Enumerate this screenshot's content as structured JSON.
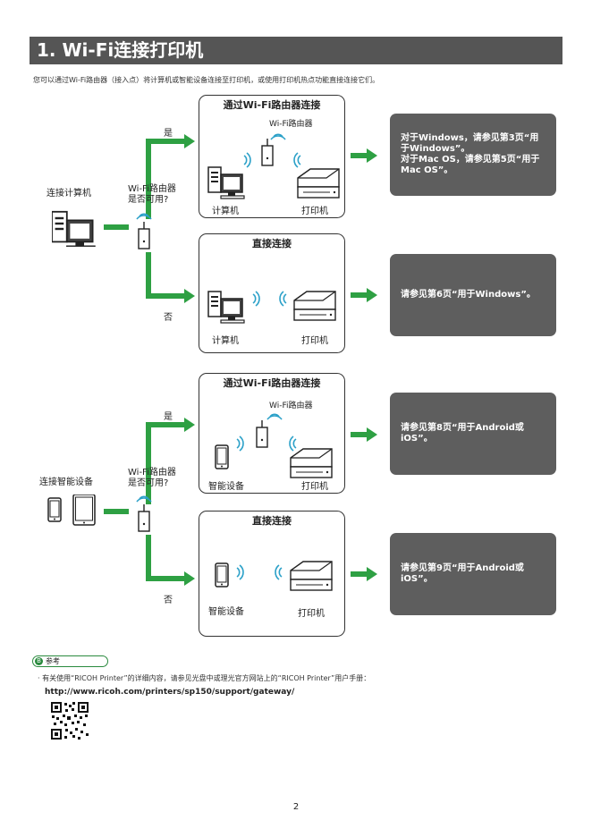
{
  "header": {
    "title": "1. Wi-Fi连接打印机"
  },
  "intro": "您可以通过Wi-Fi路由器（接入点）将计算机或智能设备连接至打印机，或使用打印机热点功能直接连接它们。",
  "computer_section": {
    "source_label": "连接计算机",
    "question": "Wi-Fi路由器\n是否可用?",
    "yes": "是",
    "no": "否",
    "router_box": {
      "title": "通过Wi-Fi路由器连接",
      "router_label": "Wi-Fi路由器",
      "device_label": "计算机",
      "printer_label": "打印机"
    },
    "direct_box": {
      "title": "直接连接",
      "device_label": "计算机",
      "printer_label": "打印机"
    },
    "router_result": "对于Windows，请参见第3页“用于Windows”。\n对于Mac OS，请参见第5页“用于Mac OS”。",
    "direct_result": "请参见第6页“用于Windows”。"
  },
  "smart_section": {
    "source_label": "连接智能设备",
    "question": "Wi-Fi路由器\n是否可用?",
    "yes": "是",
    "no": "否",
    "router_box": {
      "title": "通过Wi-Fi路由器连接",
      "router_label": "Wi-Fi路由器",
      "device_label": "智能设备",
      "printer_label": "打印机"
    },
    "direct_box": {
      "title": "直接连接",
      "device_label": "智能设备",
      "printer_label": "打印机"
    },
    "router_result": "请参见第8页“用于Android或\niOS”。",
    "direct_result": "请参见第9页“用于Android或\niOS”。"
  },
  "note": {
    "badge": "参考",
    "badge_icon_letter": "B",
    "line1": "· 有关使用“RICOH Printer”的详细内容，请参见光盘中或理光官方网站上的“RICOH Printer”用户手册：",
    "url": "http://www.ricoh.com/printers/sp150/support/gateway/"
  },
  "page_number": "2",
  "colors": {
    "accent_green": "#2ea043",
    "title_bar": "#555555",
    "result_box": "#5e5e5e"
  }
}
